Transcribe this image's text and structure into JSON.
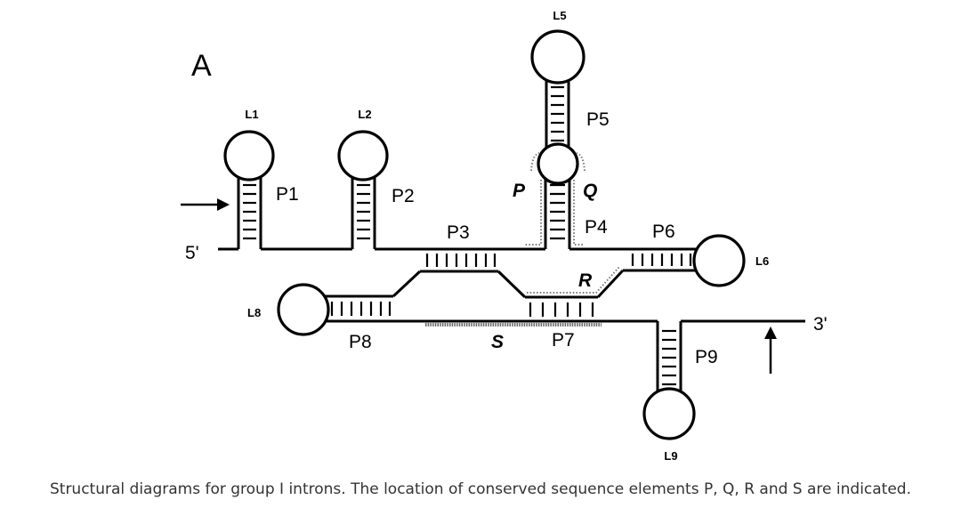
{
  "panel_label": "A",
  "labels": {
    "L1": "L1",
    "L2": "L2",
    "L5": "L5",
    "L6": "L6",
    "L8": "L8",
    "L9": "L9",
    "P1": "P1",
    "P2": "P2",
    "P3": "P3",
    "P4": "P4",
    "P5": "P5",
    "P6": "P6",
    "P7": "P7",
    "P8": "P8",
    "P9": "P9",
    "P": "P",
    "Q": "Q",
    "R": "R",
    "S": "S",
    "five_prime": "5'",
    "three_prime": "3'"
  },
  "caption": "Structural diagrams for group I introns. The location of conserved sequence elements P, Q, R and S are indicated."
}
